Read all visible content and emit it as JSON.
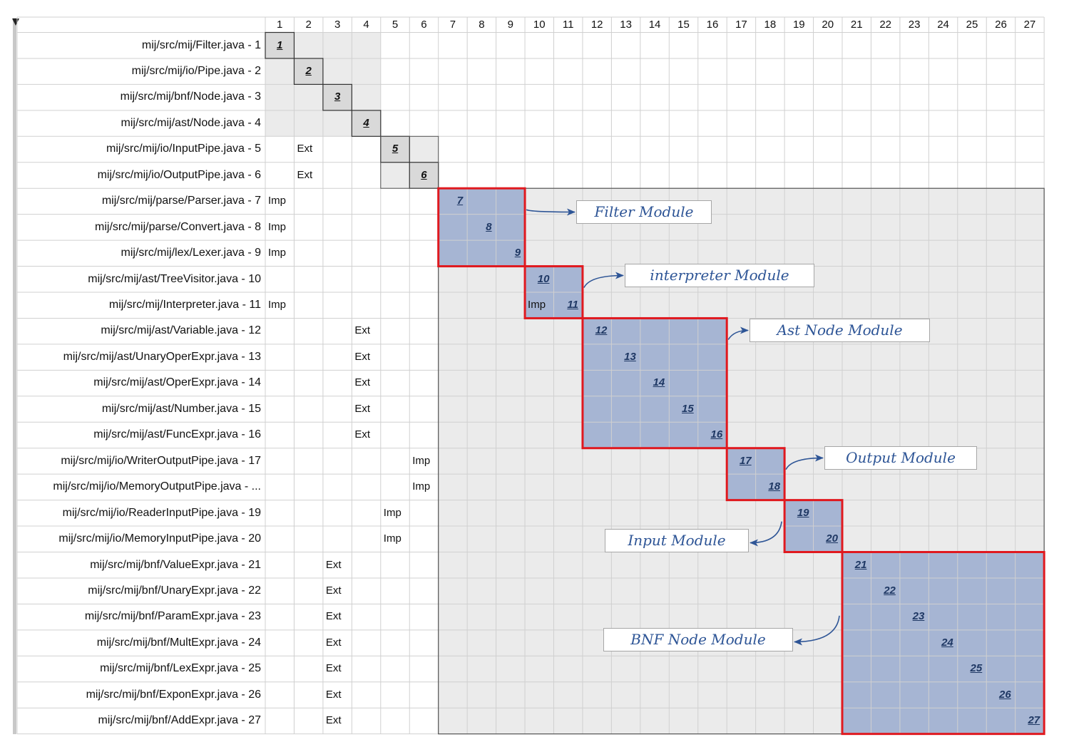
{
  "rows": [
    "mij/src/mij/Filter.java - 1",
    "mij/src/mij/io/Pipe.java - 2",
    "mij/src/mij/bnf/Node.java - 3",
    "mij/src/mij/ast/Node.java - 4",
    "mij/src/mij/io/InputPipe.java - 5",
    "mij/src/mij/io/OutputPipe.java - 6",
    "mij/src/mij/parse/Parser.java - 7",
    "mij/src/mij/parse/Convert.java - 8",
    "mij/src/mij/lex/Lexer.java - 9",
    "mij/src/mij/ast/TreeVisitor.java - 10",
    "mij/src/mij/Interpreter.java - 11",
    "mij/src/mij/ast/Variable.java - 12",
    "mij/src/mij/ast/UnaryOperExpr.java - 13",
    "mij/src/mij/ast/OperExpr.java - 14",
    "mij/src/mij/ast/Number.java - 15",
    "mij/src/mij/ast/FuncExpr.java - 16",
    "mij/src/mij/io/WriterOutputPipe.java - 17",
    "mij/src/mij/io/MemoryOutputPipe.java - ...",
    "mij/src/mij/io/ReaderInputPipe.java - 19",
    "mij/src/mij/io/MemoryInputPipe.java - 20",
    "mij/src/mij/bnf/ValueExpr.java - 21",
    "mij/src/mij/bnf/UnaryExpr.java - 22",
    "mij/src/mij/bnf/ParamExpr.java - 23",
    "mij/src/mij/bnf/MultExpr.java - 24",
    "mij/src/mij/bnf/LexExpr.java - 25",
    "mij/src/mij/bnf/ExponExpr.java - 26",
    "mij/src/mij/bnf/AddExpr.java - 27"
  ],
  "columns": [
    "1",
    "2",
    "3",
    "4",
    "5",
    "6",
    "7",
    "8",
    "9",
    "10",
    "11",
    "12",
    "13",
    "14",
    "15",
    "16",
    "17",
    "18",
    "19",
    "20",
    "21",
    "22",
    "23",
    "24",
    "25",
    "26",
    "27"
  ],
  "cells": [
    {
      "row": 5,
      "col": 2,
      "text": "Ext"
    },
    {
      "row": 6,
      "col": 2,
      "text": "Ext"
    },
    {
      "row": 7,
      "col": 1,
      "text": "Imp"
    },
    {
      "row": 8,
      "col": 1,
      "text": "Imp"
    },
    {
      "row": 9,
      "col": 1,
      "text": "Imp"
    },
    {
      "row": 11,
      "col": 1,
      "text": "Imp"
    },
    {
      "row": 11,
      "col": 10,
      "text": "Imp"
    },
    {
      "row": 12,
      "col": 4,
      "text": "Ext"
    },
    {
      "row": 13,
      "col": 4,
      "text": "Ext"
    },
    {
      "row": 14,
      "col": 4,
      "text": "Ext"
    },
    {
      "row": 15,
      "col": 4,
      "text": "Ext"
    },
    {
      "row": 16,
      "col": 4,
      "text": "Ext"
    },
    {
      "row": 17,
      "col": 6,
      "text": "Imp"
    },
    {
      "row": 18,
      "col": 6,
      "text": "Imp"
    },
    {
      "row": 19,
      "col": 5,
      "text": "Imp"
    },
    {
      "row": 20,
      "col": 5,
      "text": "Imp"
    },
    {
      "row": 21,
      "col": 3,
      "text": "Ext"
    },
    {
      "row": 22,
      "col": 3,
      "text": "Ext"
    },
    {
      "row": 23,
      "col": 3,
      "text": "Ext"
    },
    {
      "row": 24,
      "col": 3,
      "text": "Ext"
    },
    {
      "row": 25,
      "col": 3,
      "text": "Ext"
    },
    {
      "row": 26,
      "col": 3,
      "text": "Ext"
    },
    {
      "row": 27,
      "col": 3,
      "text": "Ext"
    }
  ],
  "modules": [
    {
      "name": "Filter Module",
      "start": 7,
      "end": 9
    },
    {
      "name": "interpreter Module",
      "start": 10,
      "end": 11
    },
    {
      "name": "Ast Node Module",
      "start": 12,
      "end": 16
    },
    {
      "name": "Output Module",
      "start": 17,
      "end": 18
    },
    {
      "name": "Input Module",
      "start": 19,
      "end": 20
    },
    {
      "name": "BNF Node Module",
      "start": 21,
      "end": 27
    }
  ],
  "colors": {
    "grid_line": "#d0d0d0",
    "light_gray_fill": "#ebebeb",
    "module_fill": "#a6b5d3",
    "module_border": "#e0191f",
    "arrow": "#2e5596",
    "diag_text": "#1f3864"
  }
}
